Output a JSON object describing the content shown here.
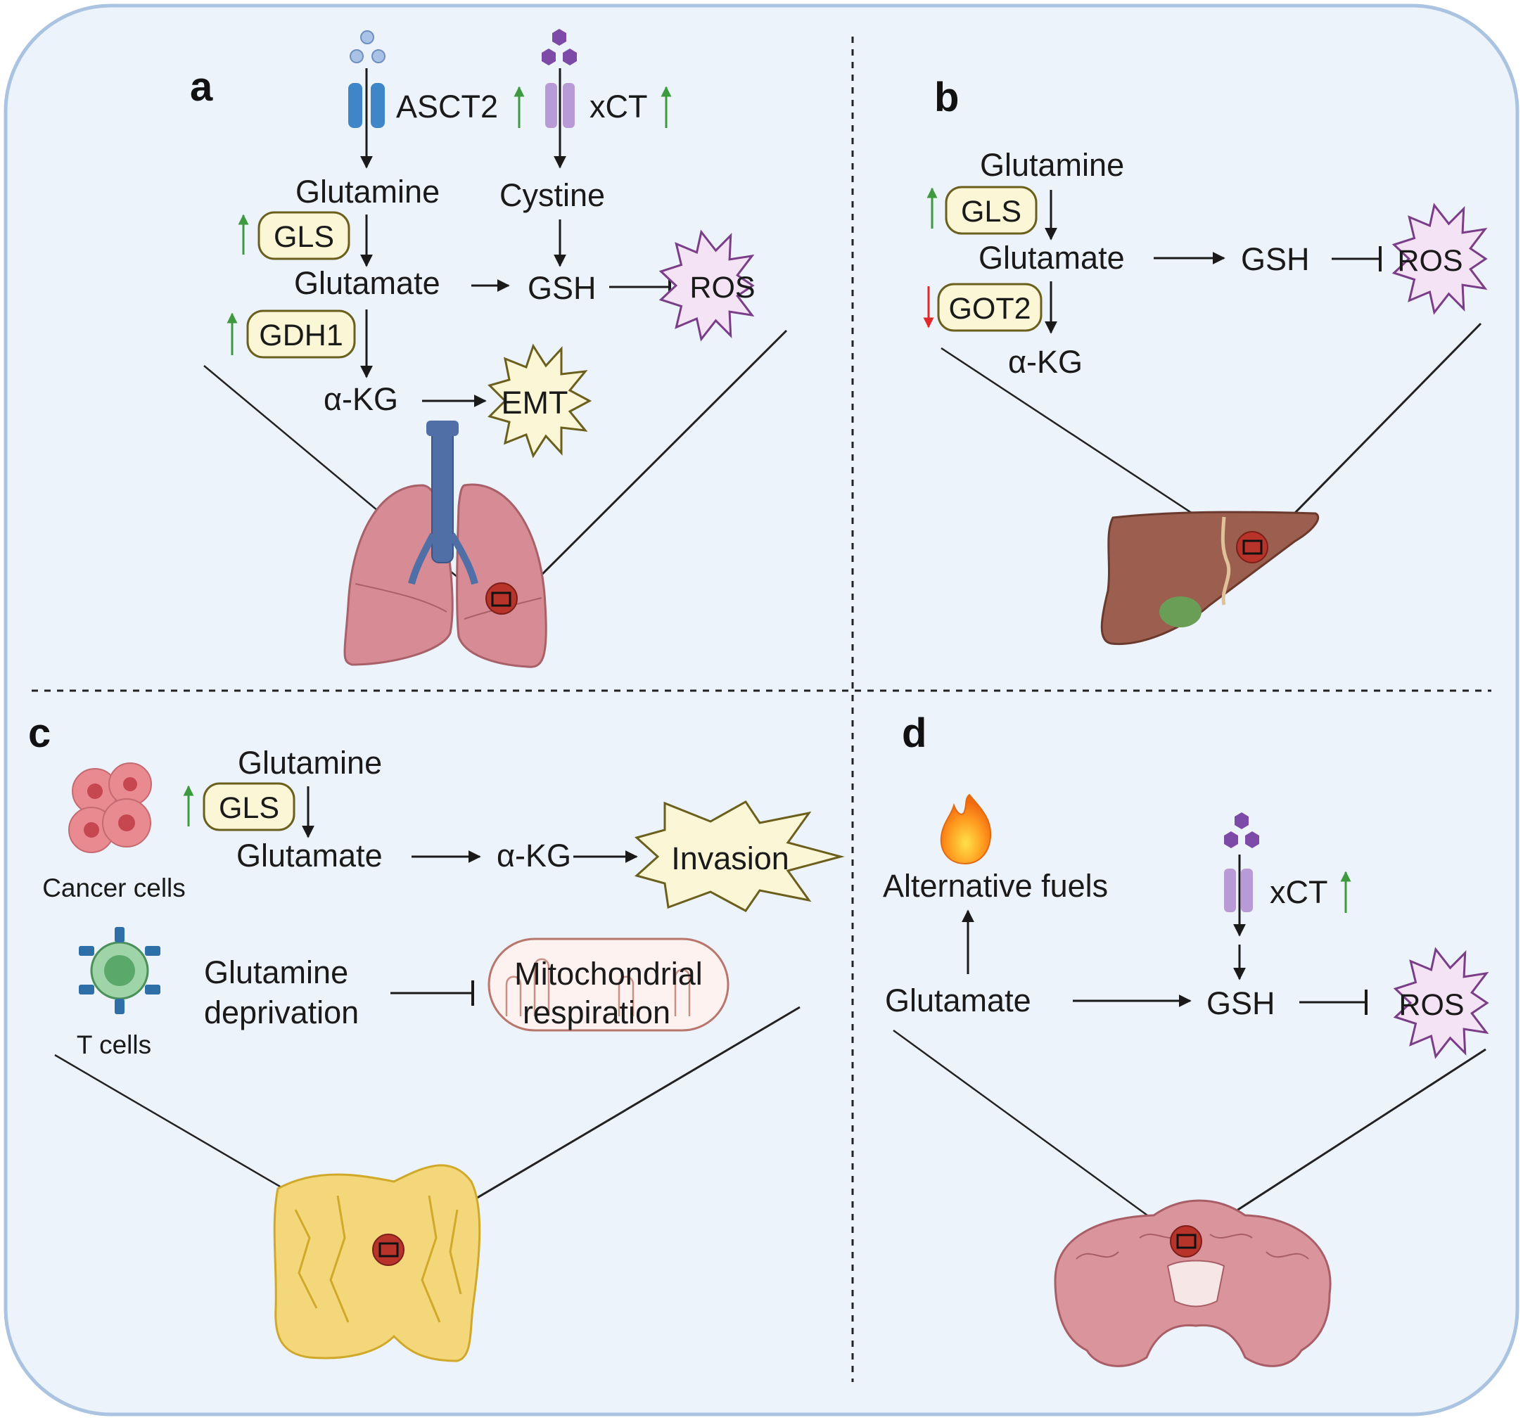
{
  "colors": {
    "background": "#ecf3fb",
    "frame_border": "#a9c3e0",
    "up_arrow": "#3e9a3e",
    "down_arrow": "#e02a2a",
    "enzyme_box_fill": "#fbf6d6",
    "enzyme_box_border": "#6b5f1d",
    "ros_fill": "#f4e3f4",
    "ros_stroke": "#7a3e88",
    "burst_fill": "#fbf6d6",
    "burst_stroke": "#6b5f1d",
    "tumor": "#b8342a"
  },
  "panels": {
    "a": {
      "label": "a",
      "asct2": "ASCT2",
      "xct": "xCT",
      "glutamine": "Glutamine",
      "cystine": "Cystine",
      "gls": "GLS",
      "glutamate": "Glutamate",
      "gsh": "GSH",
      "ros": "ROS",
      "gdh1": "GDH1",
      "akg": "α-KG",
      "emt": "EMT",
      "organ": "lung"
    },
    "b": {
      "label": "b",
      "glutamine": "Glutamine",
      "gls": "GLS",
      "glutamate": "Glutamate",
      "gsh": "GSH",
      "ros": "ROS",
      "got2": "GOT2",
      "akg": "α-KG",
      "organ": "liver"
    },
    "c": {
      "label": "c",
      "glutamine": "Glutamine",
      "gls": "GLS",
      "glutamate": "Glutamate",
      "akg": "α-KG",
      "invasion": "Invasion",
      "cancer_cells": "Cancer cells",
      "t_cells": "T cells",
      "deprivation_1": "Glutamine",
      "deprivation_2": "deprivation",
      "mito_1": "Mitochondrial",
      "mito_2": "respiration",
      "organ": "colon"
    },
    "d": {
      "label": "d",
      "alt_fuels": "Alternative fuels",
      "xct": "xCT",
      "glutamate": "Glutamate",
      "gsh": "GSH",
      "ros": "ROS",
      "organ": "brain"
    }
  }
}
